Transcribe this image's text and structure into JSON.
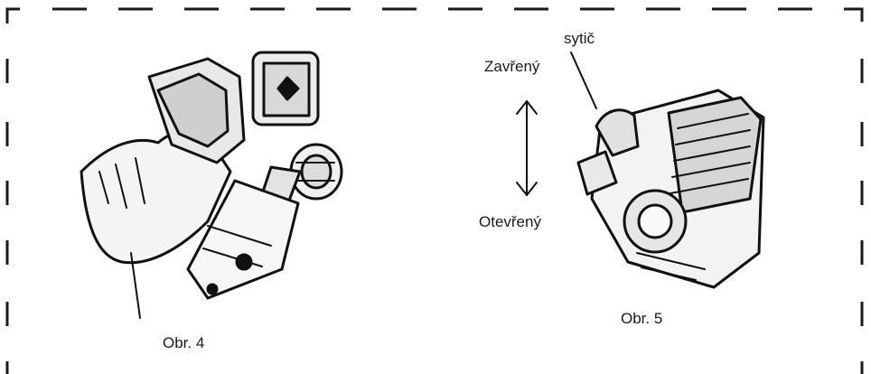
{
  "figure4": {
    "caption": "Obr. 4"
  },
  "figure5": {
    "caption": "Obr. 5",
    "labels": {
      "choke": "sytič",
      "closed": "Zavřený",
      "open": "Otevřený"
    }
  },
  "colors": {
    "ink": "#111111",
    "border": "#1a1a1a",
    "background": "#ffffff"
  }
}
